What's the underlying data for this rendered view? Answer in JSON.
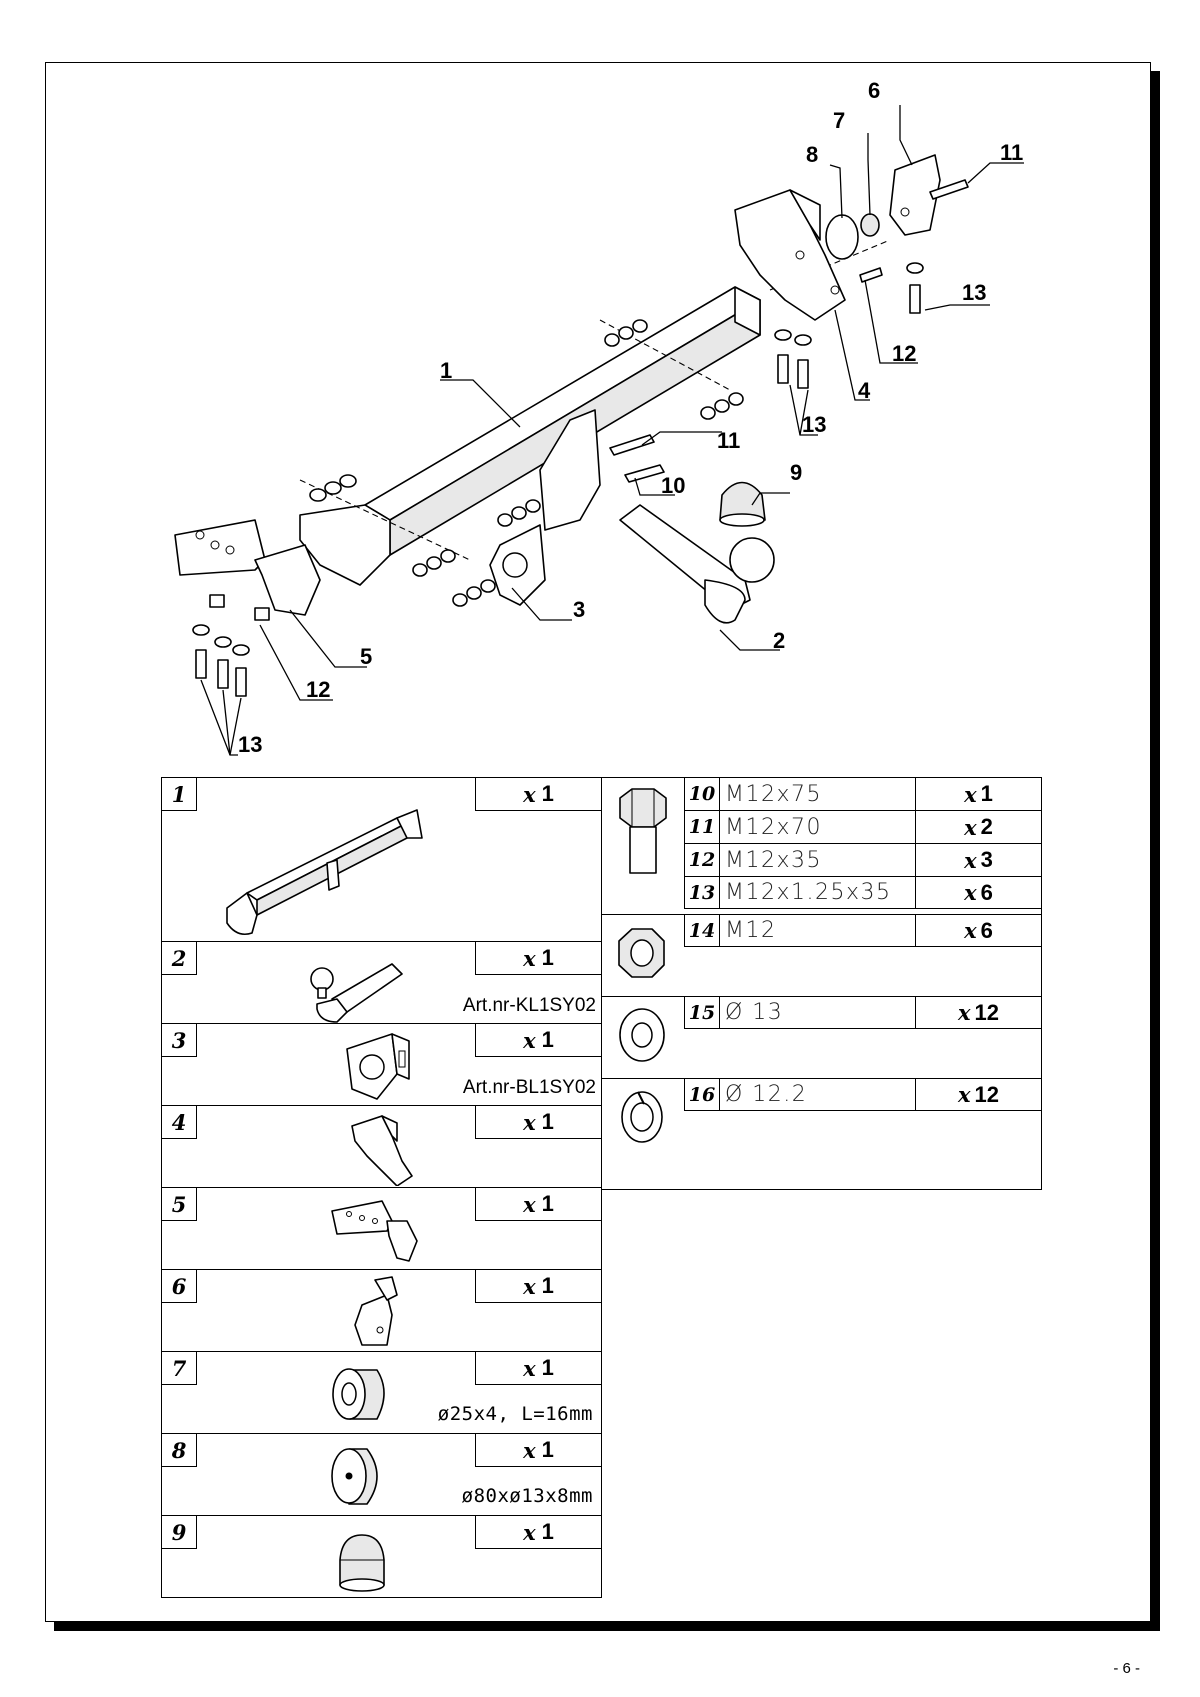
{
  "diagram": {
    "callouts": [
      "1",
      "2",
      "3",
      "4",
      "5",
      "6",
      "7",
      "8",
      "9",
      "10",
      "11",
      "11",
      "12",
      "12",
      "13",
      "13",
      "13"
    ]
  },
  "parts_left": [
    {
      "num": "1",
      "qty_prefix": "x",
      "qty": "1",
      "caption": ""
    },
    {
      "num": "2",
      "qty_prefix": "x",
      "qty": "1",
      "caption": "Art.nr-KL1SY02"
    },
    {
      "num": "3",
      "qty_prefix": "x",
      "qty": "1",
      "caption": "Art.nr-BL1SY02"
    },
    {
      "num": "4",
      "qty_prefix": "x",
      "qty": "1",
      "caption": ""
    },
    {
      "num": "5",
      "qty_prefix": "x",
      "qty": "1",
      "caption": ""
    },
    {
      "num": "6",
      "qty_prefix": "x",
      "qty": "1",
      "caption": ""
    },
    {
      "num": "7",
      "qty_prefix": "x",
      "qty": "1",
      "caption": "ø25x4, L=16mm"
    },
    {
      "num": "8",
      "qty_prefix": "x",
      "qty": "1",
      "caption": "ø80xø13x8mm"
    },
    {
      "num": "9",
      "qty_prefix": "x",
      "qty": "1",
      "caption": ""
    }
  ],
  "parts_right": {
    "bolts": [
      {
        "num": "10",
        "desc": "M12x75",
        "qty_prefix": "x",
        "qty": "1"
      },
      {
        "num": "11",
        "desc": "M12x70",
        "qty_prefix": "x",
        "qty": "2"
      },
      {
        "num": "12",
        "desc": "M12x35",
        "qty_prefix": "x",
        "qty": "3"
      },
      {
        "num": "13",
        "desc": "M12x1.25x35",
        "qty_prefix": "x",
        "qty": "6"
      }
    ],
    "nut": {
      "num": "14",
      "desc": "M12",
      "qty_prefix": "x",
      "qty": "6"
    },
    "washer": {
      "num": "15",
      "desc": "Ø 13",
      "qty_prefix": "x",
      "qty": "12"
    },
    "spring_washer": {
      "num": "16",
      "desc": "Ø 12.2",
      "qty_prefix": "x",
      "qty": "12"
    }
  },
  "page_number": "- 6 -"
}
